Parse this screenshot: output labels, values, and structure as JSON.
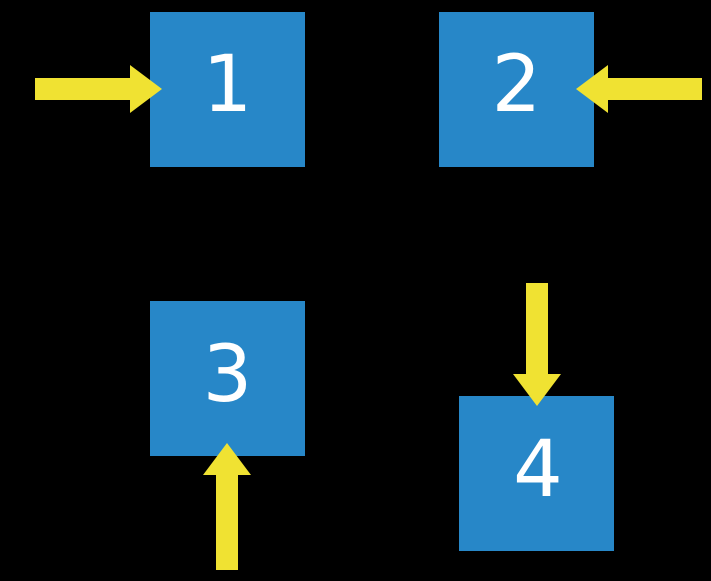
{
  "diagram": {
    "background_color": "#000000",
    "box_fill_color": "#2787C8",
    "arrow_fill_color": "#F0E232",
    "label_color": "#FFFFFF",
    "boxes": [
      {
        "label": "1",
        "arrow_direction": "arrow points right into left side"
      },
      {
        "label": "2",
        "arrow_direction": "arrow points left into right side"
      },
      {
        "label": "3",
        "arrow_direction": "arrow points up into bottom side"
      },
      {
        "label": "4",
        "arrow_direction": "arrow points down into top side"
      }
    ]
  }
}
